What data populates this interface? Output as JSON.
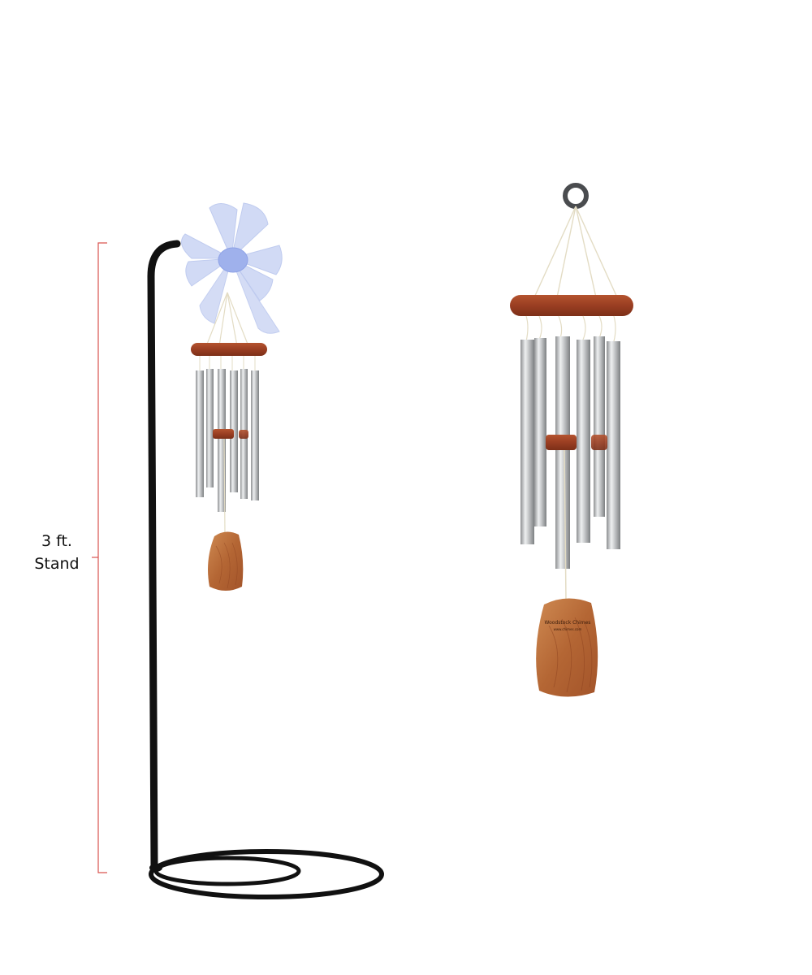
{
  "dimension_label": {
    "line1": "3 ft.",
    "line2": "Stand",
    "color": "#d9534f"
  },
  "colors": {
    "stand": "#111111",
    "wood_ring": "#a0452a",
    "wood_windcatcher": "#b66a3a",
    "tube_silver": "#c8cacc",
    "bow": "#c9d4f2",
    "cord": "#e9e3cf"
  },
  "windcatcher_text": {
    "brand": "Woodstock Chimes",
    "url": "www.chimes.com"
  }
}
